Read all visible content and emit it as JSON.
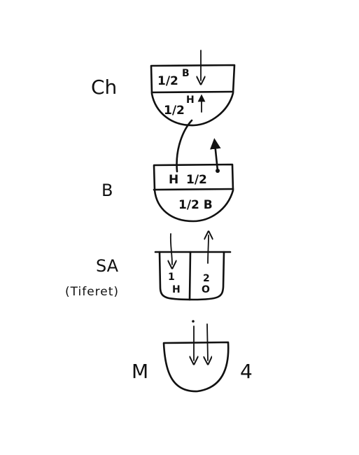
{
  "labels": {
    "ch": "Ch",
    "b": "B",
    "sa": "SA",
    "tiferet": "(Tiferet)",
    "m": "M",
    "four": "4"
  },
  "vessels": {
    "ch": {
      "top": "1/2",
      "top_sup": "B",
      "bottom": "1/2",
      "bottom_sup": "H"
    },
    "b": {
      "top_prefix": "H",
      "top": "1/2",
      "bottom": "1/2 B"
    },
    "sa": {
      "left_num": "1",
      "left_letter": "H",
      "right_num": "2",
      "right_letter": "O"
    }
  },
  "colors": {
    "ink": "#111111",
    "background": "#ffffff"
  }
}
